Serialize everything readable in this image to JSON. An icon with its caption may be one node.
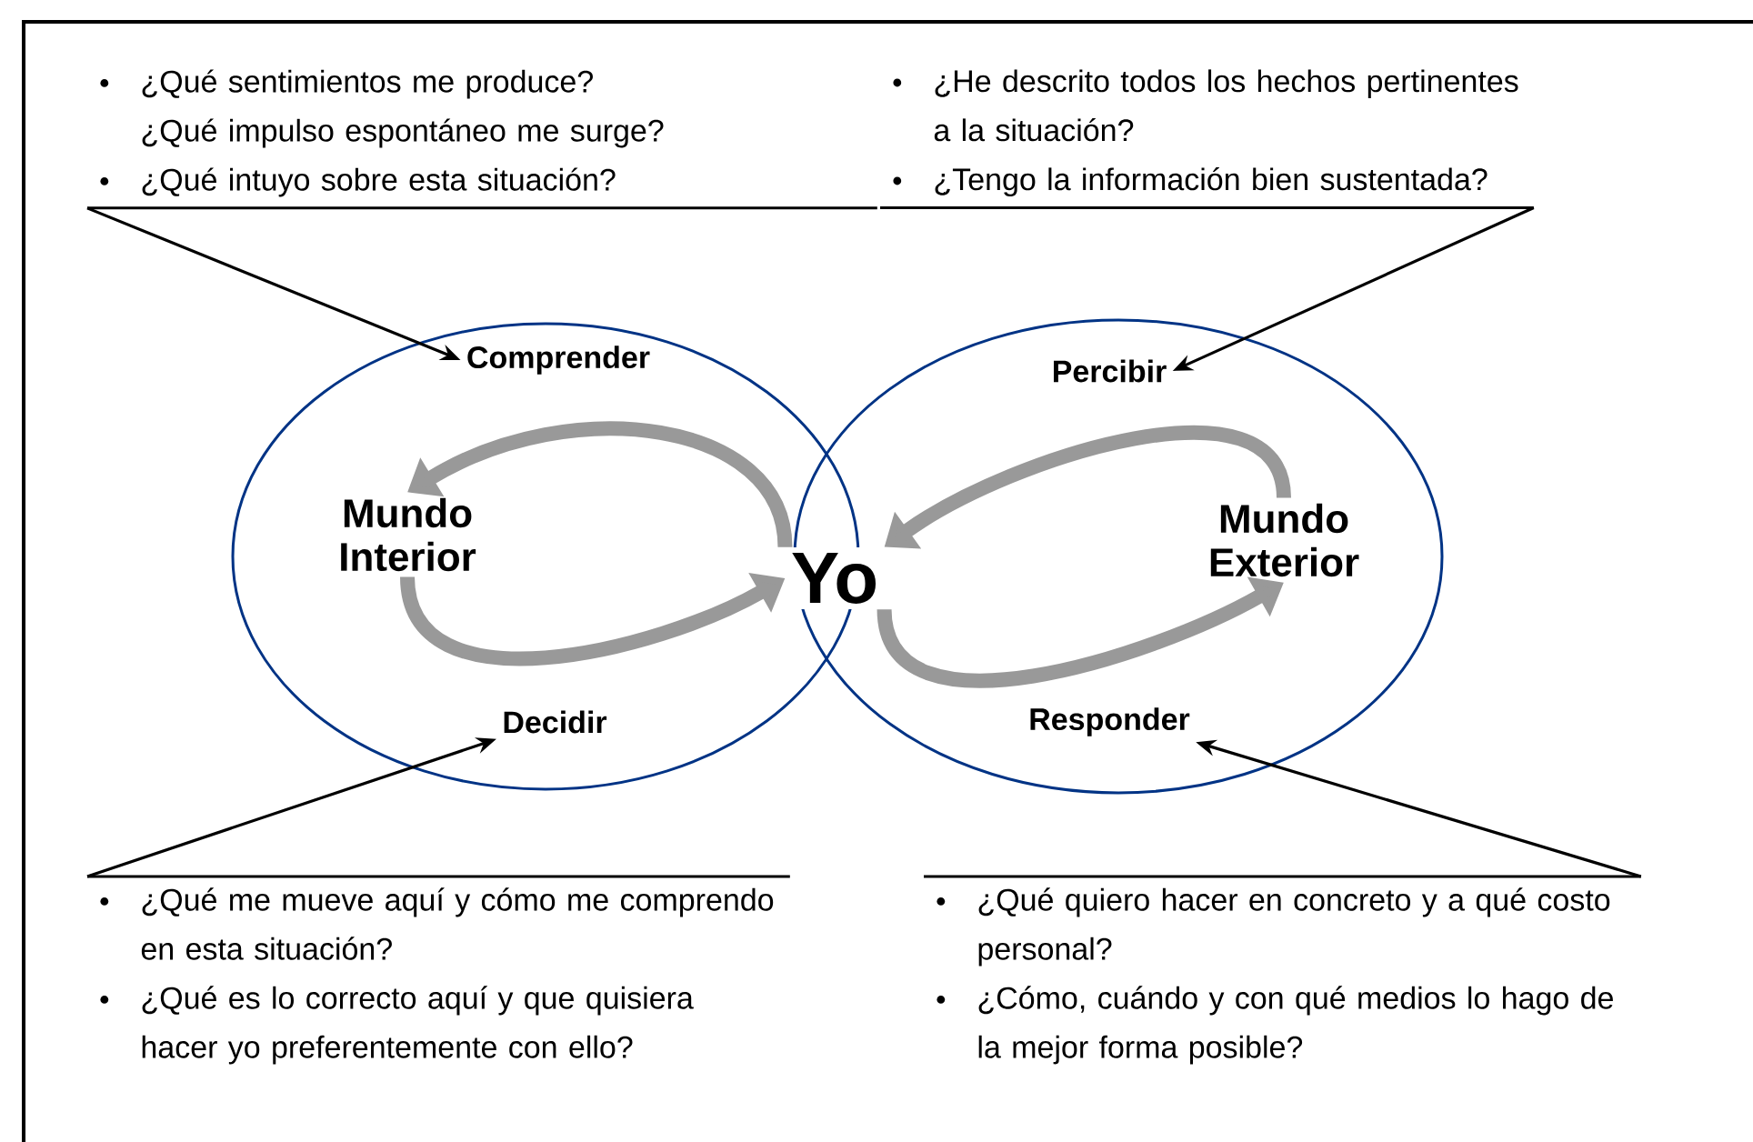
{
  "diagram": {
    "nodes": [
      {
        "text": [
          "¿Qué sentimientos me produce?",
          "¿Qué impulso espontáneo me surge?",
          "¿Qué intuyo sobre esta situación?"
        ]
      },
      {
        "text": [
          "¿He descrito todos los hechos pertinentes a la situación?",
          "¿Tengo la información bien sustentada?"
        ]
      },
      {
        "text": [],
        "shape": "ellipse"
      },
      {
        "text": [],
        "shape": "ellipse"
      },
      {
        "text": [
          "Comprender"
        ],
        "in": 2
      },
      {
        "text": [
          "Percibir"
        ],
        "in": 3
      },
      {
        "text": [
          "Mundo Interior"
        ],
        "in": 2
      },
      {
        "text": [
          "Yo"
        ]
      },
      {
        "text": [
          "Mundo Exterior"
        ],
        "in": 3
      },
      {
        "text": [
          "Decidir"
        ],
        "in": 2
      },
      {
        "text": [
          "Responder"
        ],
        "in": 3
      },
      {
        "text": [
          "¿Qué me mueve aquí y cómo me comprendo en esta situación?",
          "¿Qué es lo correcto aquí y que quisiera hacer yo preferentemente con ello?"
        ]
      },
      {
        "text": [
          "¿Qué quiero hacer en concreto y a qué costo personal?",
          "¿Cómo, cuándo y con qué medios lo hago de la mejor forma posible?"
        ]
      }
    ],
    "edges": [
      {
        "from": 0,
        "to": 4,
        "arrow": "to"
      },
      {
        "from": 1,
        "to": 5,
        "arrow": "to"
      },
      {
        "from": 7,
        "to": 6,
        "arrow": "to",
        "style": "thick",
        "color": "#999999"
      },
      {
        "from": 8,
        "to": 7,
        "arrow": "to",
        "style": "thick",
        "color": "#999999"
      },
      {
        "from": 6,
        "to": 7,
        "arrow": "to",
        "style": "thick",
        "color": "#999999"
      },
      {
        "from": 7,
        "to": 8,
        "arrow": "to",
        "style": "thick",
        "color": "#999999"
      },
      {
        "from": 11,
        "to": 9,
        "arrow": "to"
      },
      {
        "from": 12,
        "to": 10,
        "arrow": "to"
      }
    ]
  }
}
